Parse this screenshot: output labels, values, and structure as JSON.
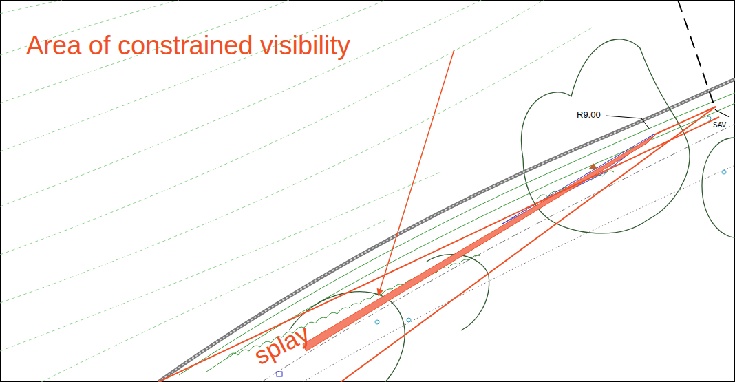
{
  "diagram": {
    "labels": [
      "Area of constrained visibility",
      "R9.00",
      "SAV",
      "splay"
    ]
  }
}
